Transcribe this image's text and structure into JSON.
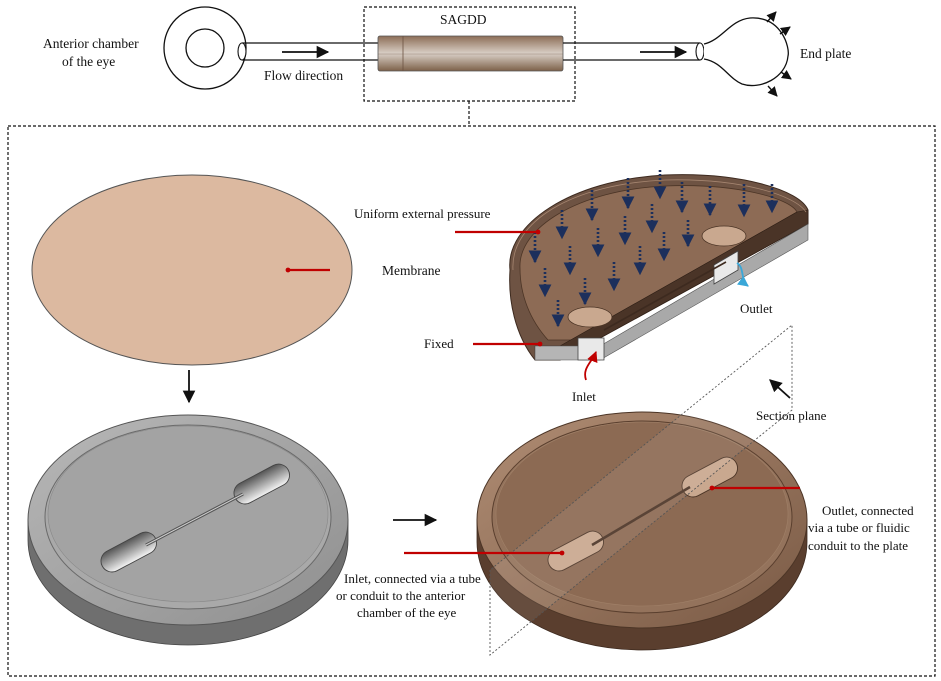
{
  "diagram": {
    "top": {
      "anterior_line1": "Anterior chamber",
      "anterior_line2": "of the eye",
      "flow_direction": "Flow direction",
      "device": "SAGDD",
      "end_plate": "End plate"
    },
    "labels": {
      "membrane": "Membrane",
      "uniform_pressure": "Uniform external pressure",
      "fixed": "Fixed",
      "outlet": "Outlet",
      "inlet": "Inlet",
      "section_plane": "Section plane",
      "outlet_connected": [
        "Outlet, connected",
        "via a tube or fluidic",
        "conduit to the plate"
      ],
      "inlet_connected": [
        "Inlet, connected via a tube",
        "or conduit to the anterior",
        "chamber of the eye"
      ]
    },
    "colors": {
      "membrane": "#dcb9a0",
      "device_gray": "#a3a3a3",
      "device_brown": "#8a6a55",
      "arrow_blue": "#1c2f5c",
      "leader_red": "#c00000"
    }
  }
}
